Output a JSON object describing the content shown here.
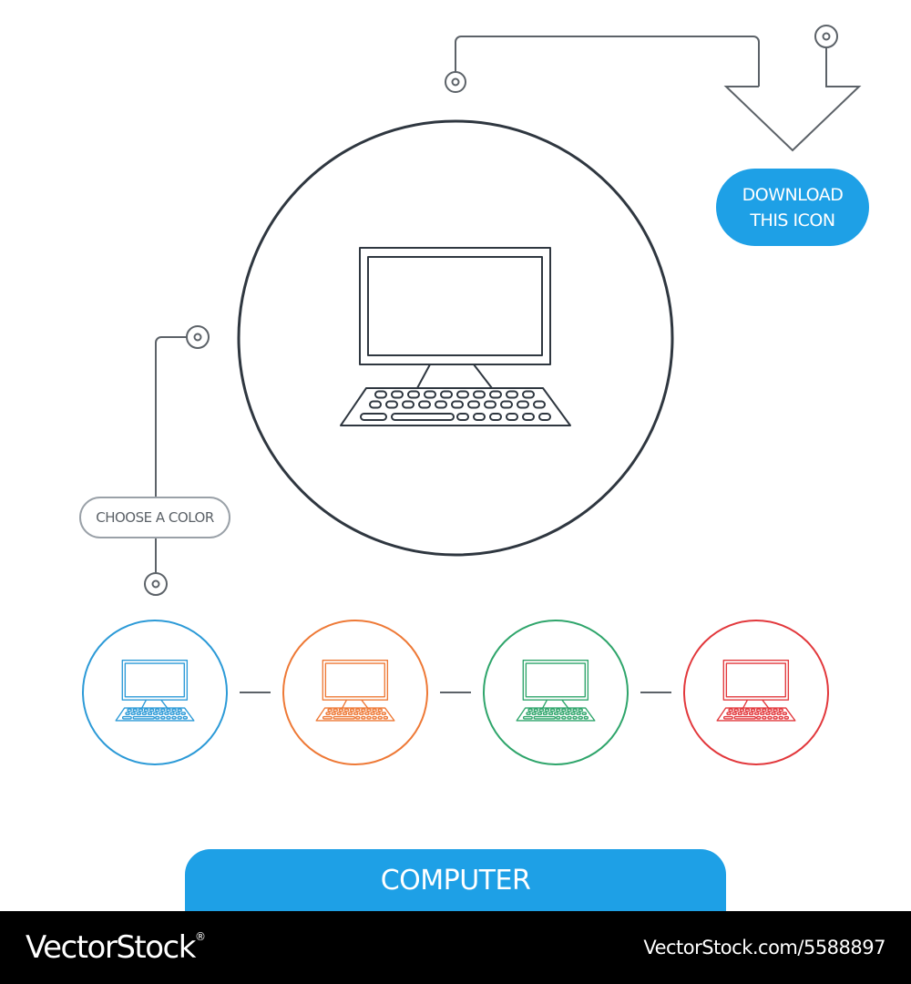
{
  "download_button": {
    "line1": "DOWNLOAD",
    "line2": "THIS ICON"
  },
  "choose_color_button": {
    "label": "CHOOSE A COLOR"
  },
  "icon": {
    "name": "computer-icon",
    "title": "COMPUTER"
  },
  "color_options": [
    {
      "name": "blue",
      "color": "#2c9ad7"
    },
    {
      "name": "orange",
      "color": "#ee7936"
    },
    {
      "name": "green",
      "color": "#2fa56b"
    },
    {
      "name": "red",
      "color": "#e2383c"
    }
  ],
  "colors": {
    "line": "#2f3740",
    "connector": "#5c6268",
    "accent": "#1ea0e6"
  },
  "footer": {
    "brand": "VectorStock",
    "brand_mark": "®",
    "image_id": "VectorStock.com/5588897"
  }
}
